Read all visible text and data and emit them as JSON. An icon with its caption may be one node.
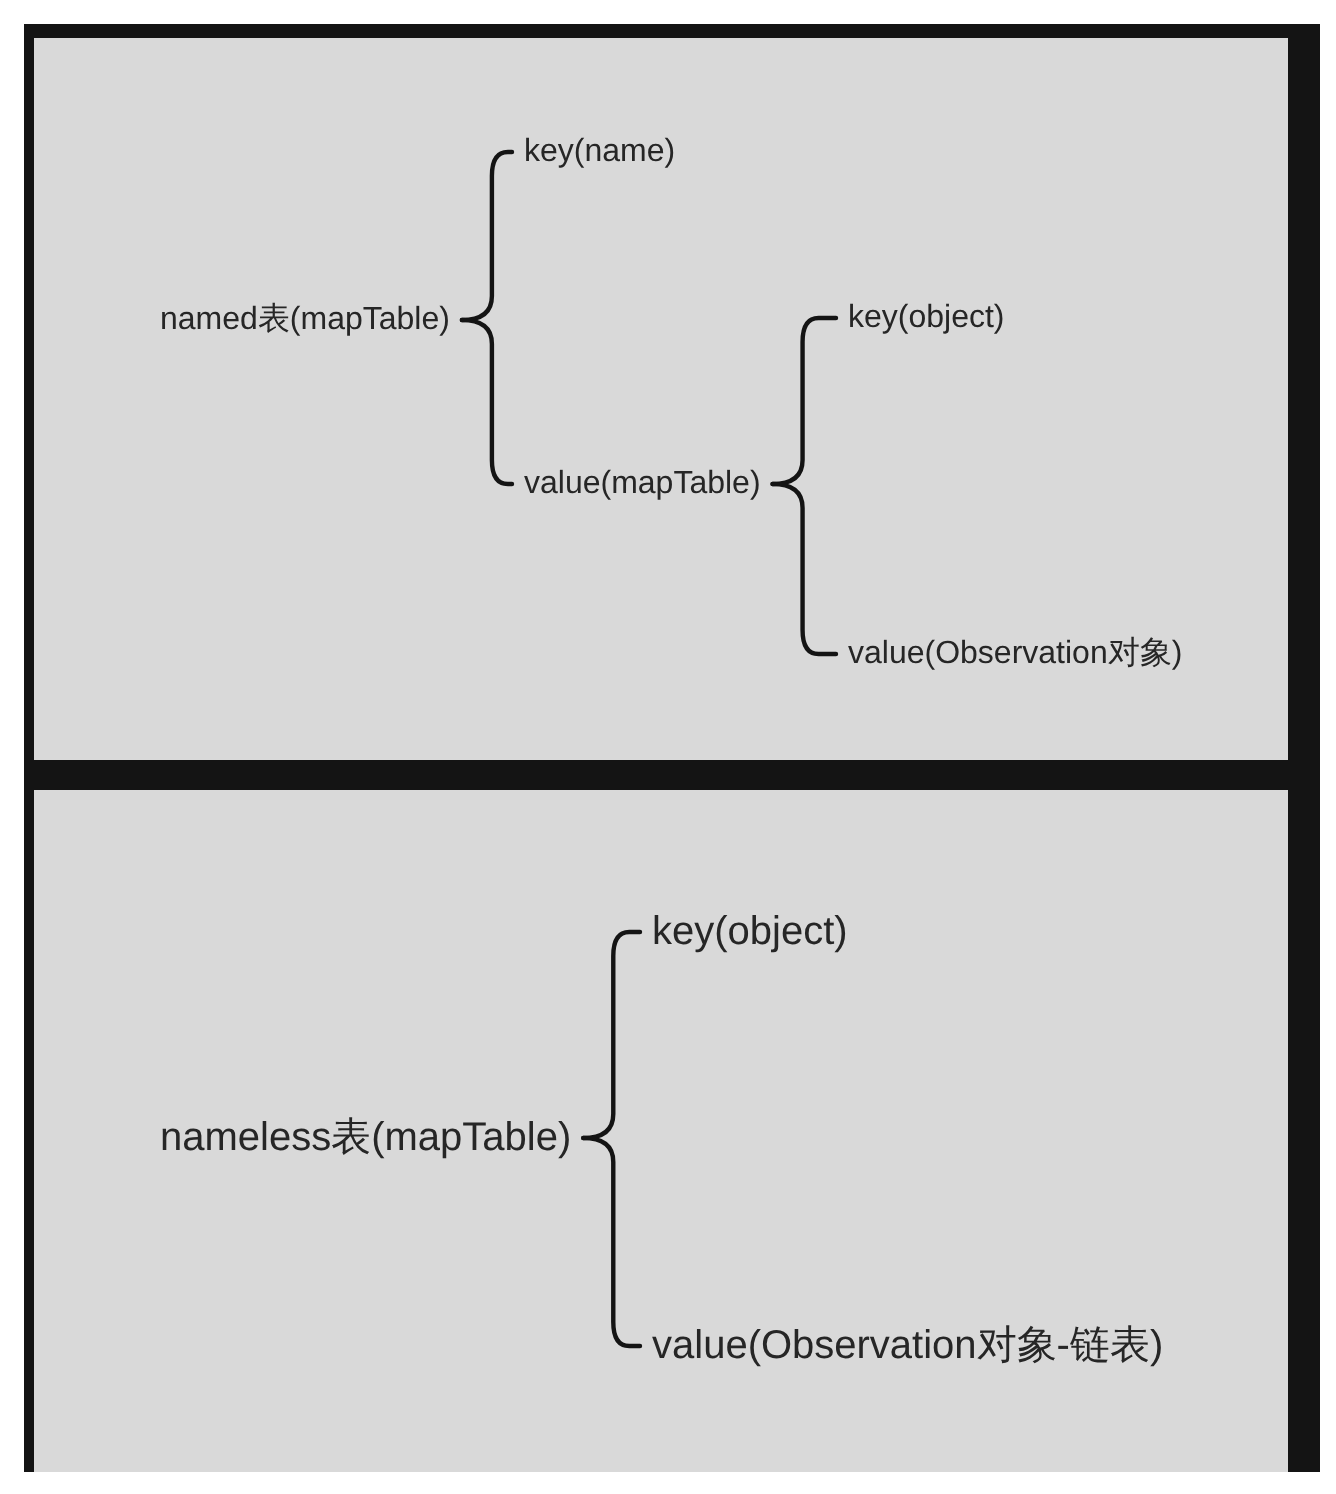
{
  "diagram": {
    "nodes": [
      {
        "text": [],
        "shape": "box"
      },
      {
        "text": [
          "named表(mapTable)"
        ],
        "in": 0
      },
      {
        "text": [
          "key(name)"
        ],
        "in": 0
      },
      {
        "text": [
          "value(mapTable)"
        ],
        "in": 0
      },
      {
        "text": [
          "key(object)"
        ],
        "in": 0
      },
      {
        "text": [
          "value(Observation对象)"
        ],
        "in": 0
      },
      {
        "text": [],
        "shape": "box"
      },
      {
        "text": [
          "nameless表(mapTable)"
        ],
        "in": 6
      },
      {
        "text": [
          "key(object)"
        ],
        "in": 6
      },
      {
        "text": [
          "value(Observation对象-链表)"
        ],
        "in": 6
      }
    ],
    "edges": [
      {
        "from": 1,
        "to": 2,
        "arrow": "none"
      },
      {
        "from": 1,
        "to": 3,
        "arrow": "none"
      },
      {
        "from": 3,
        "to": 4,
        "arrow": "none"
      },
      {
        "from": 3,
        "to": 5,
        "arrow": "none"
      },
      {
        "from": 7,
        "to": 8,
        "arrow": "none"
      },
      {
        "from": 7,
        "to": 9,
        "arrow": "none"
      }
    ]
  }
}
